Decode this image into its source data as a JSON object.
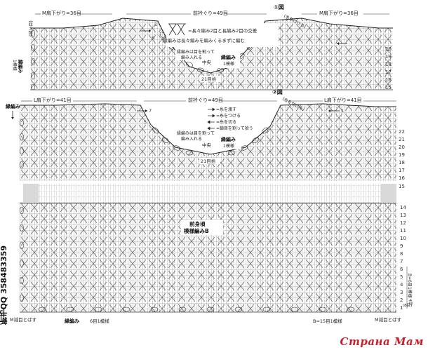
{
  "top": {
    "shoulder_left": "M肩下がり=36目",
    "front_neck": "前衿ぐり=49目",
    "shoulder_right": "M肩下がり=36目",
    "mark_circle": "①図",
    "yarn_attach_note": "(糸を付ける)",
    "yarn_cut_note": "(糸を切る)",
    "symbol_legend": "=長々編み2目と長編み2目の交差",
    "side_pattern_note": "縁編みは長々編みを編みくるまずに編む",
    "edge_note_line1": "縁編みは目を割って",
    "edge_note_line2": "編み入れる",
    "edge_label": "縁編み",
    "one_repeat": "1模様",
    "center": "中央",
    "center_count": "21目拾",
    "left_one_repeat": "1模様",
    "left_edge": "縁編み",
    "left_bracket": "(縫い目)",
    "row_numbers": [
      "20",
      "19",
      "18",
      "17",
      "16",
      "15"
    ],
    "row_5": "5",
    "row_1": "1"
  },
  "bottom": {
    "shoulder_left": "L肩下がり=41目",
    "front_neck": "前衿ぐり=49目",
    "shoulder_right": "L肩下がり=41目",
    "mark_circle": "②図",
    "yarn_attach_note": "(糸を付ける)",
    "left_edge_label": "縁編み",
    "legend": [
      "=糸を渡す",
      "=糸をつける",
      "=糸を切る",
      "=鎖目を割って拾う"
    ],
    "edge_note_line1": "縁編みは目を割って",
    "edge_note_line2": "編み入れる",
    "edge_label": "縁編み",
    "one_repeat": "1模様",
    "center": "中央",
    "center_count": "21目拾",
    "upper_rows": [
      "22",
      "21",
      "20",
      "19",
      "18",
      "17",
      "16",
      "15"
    ],
    "lower_rows": [
      "14",
      "13",
      "12",
      "11",
      "10",
      "9",
      "8",
      "7",
      "6",
      "5",
      "4",
      "3",
      "2",
      "1"
    ],
    "row_7": "7",
    "row_5": "5",
    "row_1": "1",
    "body_title": "前身頃",
    "body_pattern": "模様編みB",
    "bottom_left": "M減目とばす",
    "bottom_edge": "縁編み",
    "bottom_repeat": "6目1模様",
    "bottom_center": "B=15目1模様",
    "bottom_right": "M減目とばす",
    "right_side_b": "B=6目1模様",
    "right_side_count": "(8目)",
    "right_side_ends": "4目"
  },
  "side_code": "新书QQ 358483359",
  "watermark": "Страна Мам"
}
